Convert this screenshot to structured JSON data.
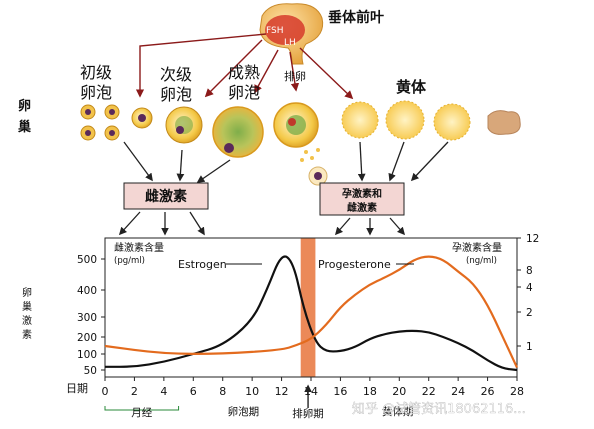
{
  "diagram": {
    "pituitary_label": "垂体前叶",
    "fsh": "FSH",
    "lh": "LH",
    "ovary_label": [
      "卵",
      "巢"
    ],
    "stage_primary": [
      "初级",
      "卵泡"
    ],
    "stage_secondary": [
      "次级",
      "卵泡"
    ],
    "stage_mature": [
      "成熟",
      "卵泡"
    ],
    "ovulation_label": "排卵",
    "corpus_luteum": "黄体",
    "estrogen_box": "雌激素",
    "progesterone_box": [
      "孕激素和",
      "雌激素"
    ]
  },
  "watermark": "知乎 @试管资讯18062116...",
  "chart_data": {
    "type": "line",
    "y_side_label": [
      "卵",
      "巢",
      "激",
      "素"
    ],
    "left_axis": {
      "title": "雌激素含量",
      "unit": "(pg/ml)",
      "ticks": [
        50,
        100,
        200,
        300,
        400,
        500
      ],
      "ylim": [
        0,
        600
      ]
    },
    "right_axis": {
      "title": "孕激素含量",
      "unit": "(ng/ml)",
      "ticks": [
        1,
        2,
        4,
        8,
        12
      ],
      "scale": "log"
    },
    "x": {
      "label": "日期",
      "ticks": [
        0,
        2,
        4,
        6,
        8,
        10,
        12,
        14,
        16,
        18,
        20,
        22,
        24,
        26,
        28
      ],
      "xlim": [
        0,
        28
      ]
    },
    "ovulation_band": [
      13.3,
      14.3
    ],
    "series": [
      {
        "name": "Estrogen",
        "axis": "left",
        "color": "#111111",
        "points": [
          [
            0,
            60
          ],
          [
            2,
            60
          ],
          [
            4,
            75
          ],
          [
            6,
            100
          ],
          [
            8,
            150
          ],
          [
            10,
            280
          ],
          [
            11,
            400
          ],
          [
            12,
            520
          ],
          [
            12.8,
            490
          ],
          [
            13.5,
            330
          ],
          [
            14.3,
            170
          ],
          [
            15,
            115
          ],
          [
            16,
            115
          ],
          [
            17,
            140
          ],
          [
            18,
            190
          ],
          [
            19,
            215
          ],
          [
            20,
            228
          ],
          [
            21,
            232
          ],
          [
            22,
            225
          ],
          [
            23,
            200
          ],
          [
            24,
            165
          ],
          [
            25,
            120
          ],
          [
            26,
            80
          ],
          [
            27,
            55
          ],
          [
            28,
            50
          ]
        ]
      },
      {
        "name": "Progesterone",
        "axis": "right",
        "color": "#e36b1e",
        "points": [
          [
            0,
            1.0
          ],
          [
            4,
            0.92
          ],
          [
            8,
            0.92
          ],
          [
            12,
            0.96
          ],
          [
            13,
            1.02
          ],
          [
            14,
            1.2
          ],
          [
            15,
            1.6
          ],
          [
            16,
            2.4
          ],
          [
            17,
            3.4
          ],
          [
            18,
            4.6
          ],
          [
            19,
            6.2
          ],
          [
            20,
            8.0
          ],
          [
            21,
            9.3
          ],
          [
            22,
            9.8
          ],
          [
            23,
            9.3
          ],
          [
            24,
            7.6
          ],
          [
            25,
            5.0
          ],
          [
            26,
            2.6
          ],
          [
            27,
            1.3
          ],
          [
            28,
            0.78
          ]
        ]
      }
    ],
    "phases": [
      {
        "label": "月经",
        "from": 0,
        "to": 5
      },
      {
        "label": "卵泡期",
        "from": 5,
        "to": 13
      },
      {
        "label": "排卵期",
        "from": 13.5,
        "to": 14
      },
      {
        "label": "黄体期",
        "from": 14.5,
        "to": 28
      }
    ]
  }
}
